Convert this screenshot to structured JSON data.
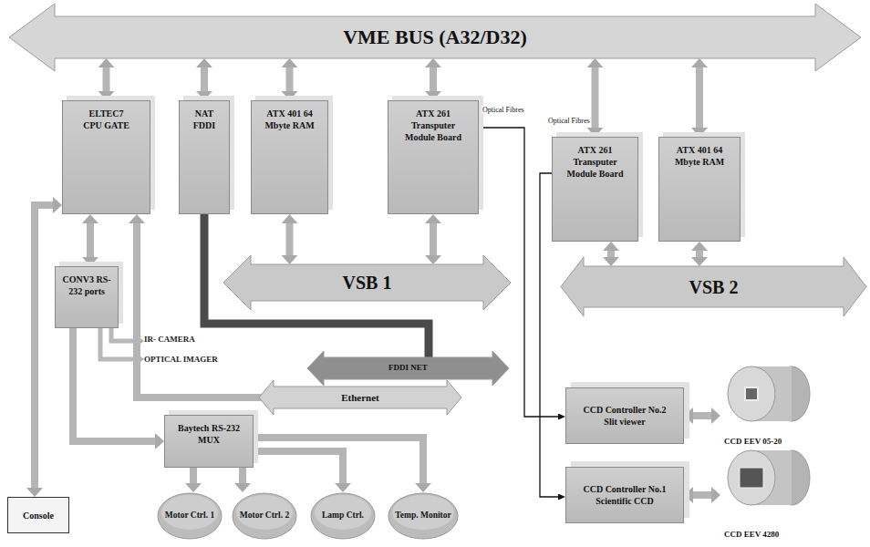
{
  "diagram": {
    "nodes": [
      {
        "text": [
          "VME BUS (A32/D32)"
        ]
      },
      {
        "text": [
          "ELTEC7 CPU GATE"
        ]
      },
      {
        "text": [
          "NAT FDDI"
        ]
      },
      {
        "text": [
          "ATX 401 64 Mbyte RAM"
        ]
      },
      {
        "text": [
          "ATX 261 Transputer Module Board"
        ]
      },
      {
        "text": [
          "ATX 261 Transputer Module Board"
        ]
      },
      {
        "text": [
          "ATX 401 64 Mbyte RAM"
        ]
      },
      {
        "text": [
          "CONV3 RS-232 ports"
        ]
      },
      {
        "text": [
          "VSB 1"
        ]
      },
      {
        "text": [
          "VSB 2"
        ]
      },
      {
        "text": [
          "FDDI NET"
        ]
      },
      {
        "text": [
          "Ethernet"
        ]
      },
      {
        "text": [
          "Baytech RS-232 MUX"
        ]
      },
      {
        "text": [
          "CCD Controller No.2",
          "Slit viewer"
        ]
      },
      {
        "text": [
          "CCD Controller No.1",
          "Scientific CCD"
        ]
      },
      {
        "text": [
          "CCD EEV 05-20"
        ]
      },
      {
        "text": [
          "CCD EEV 4280"
        ]
      },
      {
        "text": [
          "Console"
        ]
      },
      {
        "text": [
          "Motor Ctrl. 1"
        ]
      },
      {
        "text": [
          "Motor Ctrl. 2"
        ]
      },
      {
        "text": [
          "Lamp Ctrl."
        ]
      },
      {
        "text": [
          "Temp. Monitor"
        ]
      }
    ],
    "edges": [
      {
        "from": 1,
        "to": 0,
        "arrow": "both"
      },
      {
        "from": 2,
        "to": 0,
        "arrow": "both"
      },
      {
        "from": 3,
        "to": 0,
        "arrow": "both"
      },
      {
        "from": 4,
        "to": 0,
        "arrow": "both"
      },
      {
        "from": 5,
        "to": 0,
        "arrow": "both"
      },
      {
        "from": 6,
        "to": 0,
        "arrow": "both"
      },
      {
        "from": 3,
        "to": 8,
        "arrow": "both"
      },
      {
        "from": 4,
        "to": 8,
        "arrow": "both"
      },
      {
        "from": 5,
        "to": 9,
        "arrow": "both"
      },
      {
        "from": 6,
        "to": 9,
        "arrow": "both"
      },
      {
        "from": 2,
        "to": 10,
        "arrow": "none"
      },
      {
        "from": 1,
        "to": 7,
        "arrow": "both"
      },
      {
        "from": 1,
        "to": 17,
        "arrow": "both"
      },
      {
        "from": 1,
        "to": 11,
        "arrow": "both"
      },
      {
        "from": 7,
        "to": 12,
        "arrow": "to"
      },
      {
        "from": 12,
        "to": 18,
        "arrow": "to"
      },
      {
        "from": 12,
        "to": 19,
        "arrow": "to"
      },
      {
        "from": 12,
        "to": 20,
        "arrow": "to"
      },
      {
        "from": 12,
        "to": 21,
        "arrow": "to"
      },
      {
        "from": 13,
        "to": 15,
        "arrow": "both"
      },
      {
        "from": 14,
        "to": 16,
        "arrow": "both"
      },
      {
        "from": 4,
        "to": 13,
        "label": "Optical Fibres",
        "arrow": "to"
      },
      {
        "from": 5,
        "to": 14,
        "label": "Optical Fibres",
        "arrow": "to"
      }
    ],
    "labels": [
      "IR- CAMERA",
      "OPTICAL IMAGER"
    ]
  }
}
